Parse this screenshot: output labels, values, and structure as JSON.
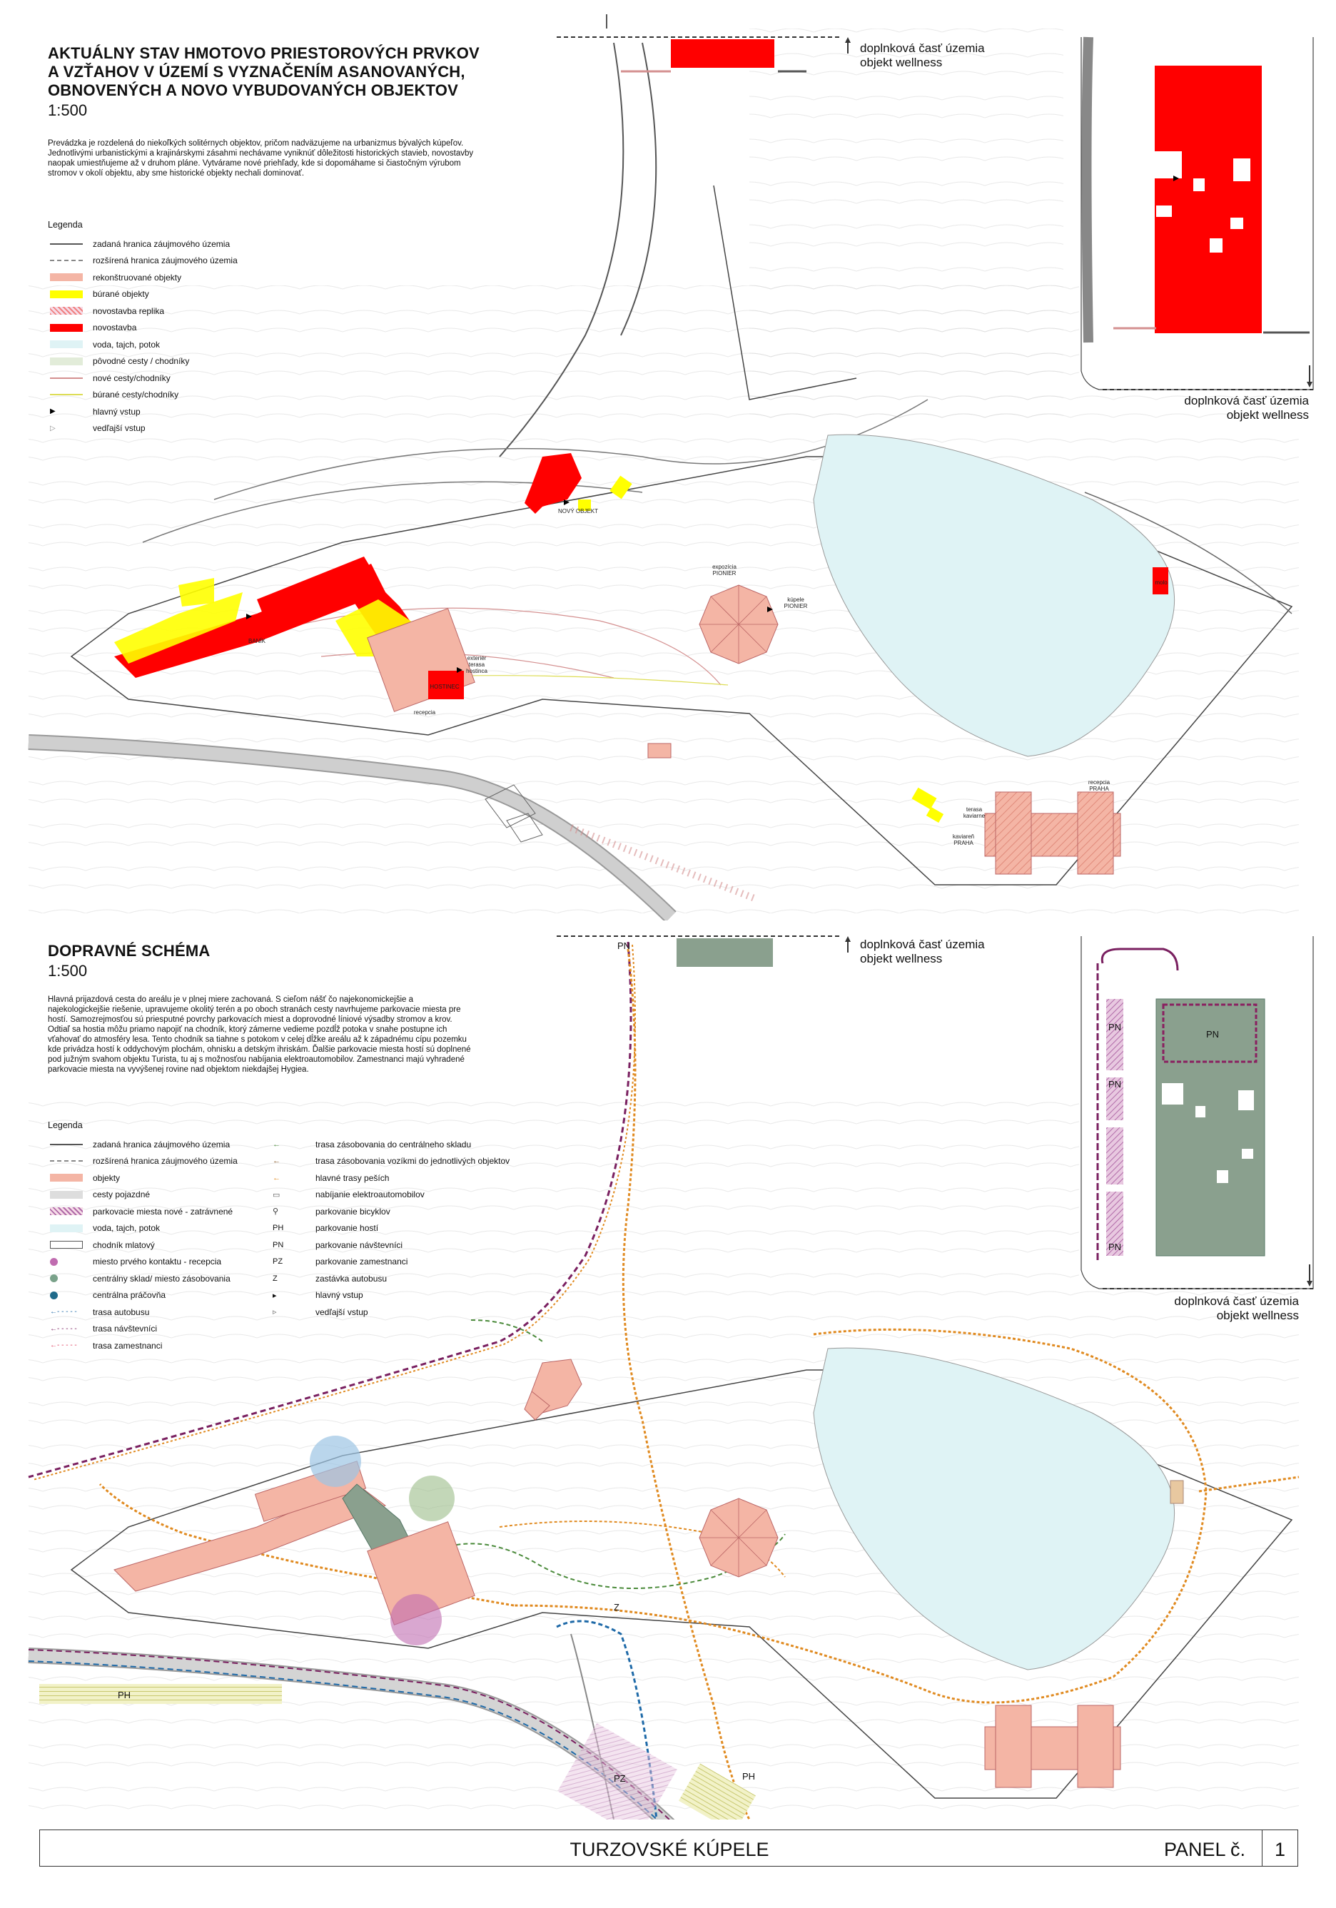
{
  "plan1": {
    "title_line1": "AKTUÁLNY STAV HMOTOVO PRIESTOROVÝCH PRVKOV",
    "title_line2": "A VZŤAHOV V ÚZEMÍ S VYZNAČENÍM ASANOVANÝCH,",
    "title_line3": "OBNOVENÝCH A NOVO VYBUDOVANÝCH OBJEKTOV",
    "scale": "1:500",
    "description": "Prevádzka je rozdelená do niekoľkých solitérnych objektov, pričom nadväzujeme na urbanizmus bývalých kúpeľov. Jednotlivými urbanistickými a krajinárskymi zásahmi nechávame vyniknúť dôležitosti historických stavieb, novostavby naopak umiestňujeme až v druhom pláne. Vytvárame nové priehľady, kde si dopomáhame si čiastočným výrubom stromov v okolí objektu, aby sme historické objekty nechali dominovať.",
    "legend_title": "Legenda",
    "legend": [
      {
        "label": "zadaná hranica záujmového územia",
        "color": "#555555",
        "kind": "line"
      },
      {
        "label": "rozšírená hranica záujmového územia",
        "color": "#888888",
        "kind": "dash"
      },
      {
        "label": "rekonštruované objekty",
        "color": "#f4b5a5",
        "kind": "fill"
      },
      {
        "label": "búrané objekty",
        "color": "#ffff00",
        "kind": "fill"
      },
      {
        "label": "novostavba replika",
        "color": "#f08080",
        "kind": "hatch"
      },
      {
        "label": "novostavba",
        "color": "#ff0000",
        "kind": "fill"
      },
      {
        "label": "voda, tajch, potok",
        "color": "#dff3f5",
        "kind": "fill"
      },
      {
        "label": "pôvodné cesty / chodníky",
        "color": "#e2ecd9",
        "kind": "fill"
      },
      {
        "label": "nové cesty/chodníky",
        "color": "#d49090",
        "kind": "line"
      },
      {
        "label": "búrané cesty/chodníky",
        "color": "#dddd55",
        "kind": "line"
      },
      {
        "label": "hlavný vstup",
        "color": "#000000",
        "kind": "tri"
      },
      {
        "label": "vedľajší vstup",
        "color": "#888888",
        "kind": "tri-open"
      }
    ],
    "wellness_note_top_line1": "doplnková časť územia",
    "wellness_note_top_line2": "objekt wellness",
    "wellness_note_bottom_line1": "doplnková časť územia",
    "wellness_note_bottom_line2": "objekt wellness",
    "labels": {
      "novy_objekt": "NOVÝ OBJEKT",
      "banik": "BANÍK",
      "hostinec": "HOSTINEC",
      "recepcia": "recepcia",
      "terasa_hostinca": "exteriér terasa hostinca",
      "pionier_exp": "expozícia PIONIER",
      "kupele_pionier": "kúpele PIONIER",
      "recepcia_praha": "recepcia PRAHA",
      "terasa_kaviarne": "terasa kaviarne",
      "kaviaren_praha": "kaviareň PRAHA",
      "molo": "molo"
    }
  },
  "plan2": {
    "title": "DOPRAVNÉ SCHÉMA",
    "scale": "1:500",
    "description": "Hlavná prijazdová cesta do areálu je v plnej miere zachovaná. S cieľom nášť čo najekonomickejšie a najekologickejšie riešenie, upravujeme okolitý terén a po oboch stranách cesty navrhujeme parkovacie miesta pre hostí. Samozrejmosťou sú priesputné povrchy parkovacích miest a doprovodné líniové výsadby stromov a krov. Odtiaľ sa hostia môžu priamo napojiť na chodník, ktorý zámerne vedieme pozdĺž potoka v snahe postupne ich vťahovať do atmosféry lesa. Tento chodník sa tiahne s potokom v celej dĺžke areálu až k západnému cípu pozemku kde privádza hostí k oddychovým plochám, ohnisku a detským ihriskám. Ďalšie parkovacie miesta hostí sú doplnené pod južným svahom objektu Turista, tu aj s možnosťou nabíjania elektroautomobilov. Zamestnanci majú vyhradené parkovacie miesta na vyvýšenej rovine nad objektom niekdajšej Hygiea.",
    "legend_title": "Legenda",
    "legend_left": [
      {
        "label": "zadaná hranica záujmového územia",
        "color": "#555555",
        "kind": "line"
      },
      {
        "label": "rozšírená hranica záujmového územia",
        "color": "#888888",
        "kind": "dash"
      },
      {
        "label": "objekty",
        "color": "#f4b5a5",
        "kind": "fill"
      },
      {
        "label": "cesty pojazdné",
        "color": "#dddddd",
        "kind": "fill"
      },
      {
        "label": "parkovacie miesta nové - zatrávnené",
        "color": "#b06aa8",
        "kind": "hatch"
      },
      {
        "label": "voda, tajch, potok",
        "color": "#dff3f5",
        "kind": "fill"
      },
      {
        "label": "chodník mlatový",
        "color": "#ffffff",
        "kind": "box"
      },
      {
        "label": "miesto prvého kontaktu - recepcia",
        "color": "#c06cb0",
        "kind": "dot"
      },
      {
        "label": "centrálny sklad/ miesto zásobovania",
        "color": "#7aa28a",
        "kind": "dot"
      },
      {
        "label": "centrálna práčovňa",
        "color": "#1f6a8a",
        "kind": "dot"
      },
      {
        "label": "trasa autobusu",
        "color": "#1f6aa8",
        "kind": "arrow"
      },
      {
        "label": "trasa návštevníci",
        "color": "#7a2060",
        "kind": "arrow"
      },
      {
        "label": "trasa zamestnanci",
        "color": "#e04060",
        "kind": "arrow"
      }
    ],
    "legend_right": [
      {
        "label": "trasa zásobovania do centrálneho skladu",
        "symbol": "←",
        "color": "#4a8a3a"
      },
      {
        "label": "trasa zásobovania vozíkmi do jednotlivých objektov",
        "symbol": "←",
        "color": "#8a5a2a"
      },
      {
        "label": "hlavné trasy peších",
        "symbol": "←",
        "color": "#e08a20"
      },
      {
        "label": "nabíjanie elektroautomobilov",
        "symbol": "▭",
        "color": "#555555"
      },
      {
        "label": "parkovanie bicyklov",
        "symbol": "⚲",
        "color": "#333333"
      },
      {
        "label": "parkovanie hostí",
        "symbol": "PH",
        "color": "#111111"
      },
      {
        "label": "parkovanie návštevníci",
        "symbol": "PN",
        "color": "#111111"
      },
      {
        "label": "parkovanie zamestnanci",
        "symbol": "PZ",
        "color": "#111111"
      },
      {
        "label": "zastávka autobusu",
        "symbol": "Z",
        "color": "#111111"
      },
      {
        "label": "hlavný vstup",
        "symbol": "▸",
        "color": "#111111"
      },
      {
        "label": "vedľajší vstup",
        "symbol": "▹",
        "color": "#666666"
      }
    ],
    "wellness_note_top_line1": "doplnková časť územia",
    "wellness_note_top_line2": "objekt wellness",
    "wellness_note_bottom_line1": "doplnková časť územia",
    "wellness_note_bottom_line2": "objekt wellness",
    "map_labels": {
      "pn_top": "PN",
      "pn_big": "PN",
      "pn_1": "PN",
      "pn_2": "PN",
      "pn_3": "PN",
      "ph_left": "PH",
      "ph_bottom": "PH",
      "pz": "PZ",
      "z": "Z"
    }
  },
  "footer": {
    "title": "TURZOVSKÉ KÚPELE",
    "panel_label": "PANEL č.",
    "panel_number": "1"
  },
  "colors": {
    "novostavba": "#ff0000",
    "burane": "#ffff00",
    "rekonstrukcia": "#f4b5a5",
    "water": "#dff3f5",
    "pn_area": "#8aa08e"
  }
}
